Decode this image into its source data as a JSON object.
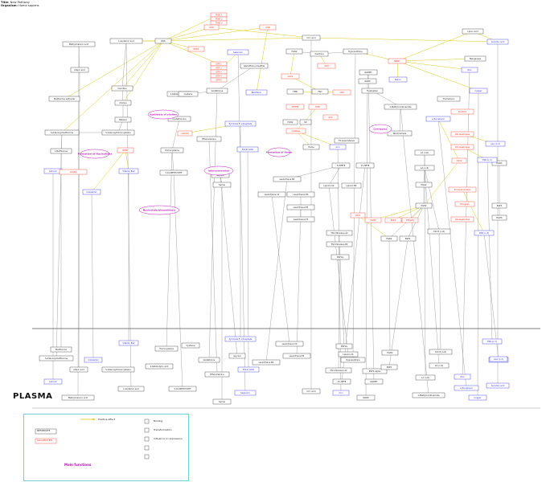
{
  "header": {
    "title_label": "Title:",
    "title": "New Pathway",
    "organism_label": "Organism:",
    "organism": "Homo sapiens"
  },
  "section": {
    "plasma": "PLASMA"
  },
  "legend": {
    "positive_effect": "Positive effect",
    "metabolite": "METABOLITE",
    "gene": "Gene/PROTEIN",
    "main_functions": "Main functions",
    "binding": "Binding",
    "transformation": "Transformation",
    "influence": "Influence on expression"
  },
  "colors": {
    "metabolite": "#333333",
    "gene": "#ee3322",
    "vitamin": "#2b2bd6",
    "function": "#c016c0",
    "arrow_yellow": "#d8c400",
    "edge_gray": "#9a9a9a"
  },
  "nodes": {
    "methylmalonic_acid": "Methylmalonic acid",
    "l_glutamic_acid": "L-Glutamic acid",
    "ros": "ROS",
    "adipic_acid": "Adipic acid",
    "carnitine": "Carnitine",
    "methionine_sulfoxide": "Methionine sulfoxide",
    "choline": "Choline",
    "betaine": "Betaine",
    "s_adenosylmethionine": "S-Adenosylmethionine",
    "s_adenosylhomocysteine": "S-Adenosylhomocysteine",
    "l_methionine": "L-Methionine",
    "oxoglutaric_acid": "2-Ketobutyric acid",
    "cysteine_top": "Cysteine",
    "glutathione": "Glutathione",
    "glutathione_disulfide": "Glutathione disulfide",
    "cystathionine": "Cystathionine",
    "homocysteine": "Homocysteine",
    "methylthf": "5,10-METHYLTHF",
    "ethanolamine": "Ethanolamine",
    "glycine": "Glycine",
    "serine": "Serine",
    "uric_acid": "Uric acid",
    "h2o2_top": "H2O2",
    "xanthine": "Xanthine",
    "hypoxanthine": "Hypoxanthine",
    "nadph": "NADPH",
    "nadp": "NADP",
    "fmn": "FMN",
    "fad": "FAD",
    "tryptophan": "Tryptophan",
    "methylnicotinamide": "1-Methylnicotinamide",
    "nicotinamide": "Nicotinamide",
    "f2_isoprostanes": "F2-Isoprostanes",
    "h2o2_mid": "H2O2",
    "o2": "O2",
    "heme": "Heme",
    "hpete": "5-HPETE",
    "hete": "15-HETE",
    "leukotriene_b4": "Leukotriene B4",
    "leukotriene_c4": "Leukotriene C4",
    "leukotriene_d4": "Leukotriene D4",
    "leukotriene_e4": "Leukotriene E4",
    "leukotriene_f4": "Leukotriene F4",
    "lipoxin_a4": "Lipoxin A4",
    "lipoxin_b4": "Lipoxin B4",
    "thromboxane_a2": "Thromboxane A2",
    "thromboxane_b2": "Thromboxane B2",
    "pgf2a": "PGF2a",
    "pgd2": "PGD2",
    "pge2": "PGE2",
    "pgh2": "PGH2",
    "pgg2": "PGG2",
    "pgd3": "PGD3",
    "pge3": "PGE3",
    "pgh3": "PGH3",
    "la": "LA (n-6)",
    "aa": "AA (n-6)",
    "ala": "ALA (n-3)",
    "epa": "EPA (n-3)",
    "dha": "DHA (n-3)",
    "c22_5": "C22:5 (n-6)",
    "lipoic_acid": "Lipoic acid",
    "manganese": "Manganese",
    "copper": "Copper",
    "zinc": "Zinc",
    "ascorbic_acid": "Ascorbic acid",
    "niacin": "Niacin",
    "selenium": "Selenium",
    "riboflavin": "Riboflavin",
    "pyridoxal_phosphate": "Pyridoxal 5'-phosphate",
    "folic_acid": "FOLIC ACID",
    "iron": "Iron",
    "calcium": "Calcium",
    "cobalamin": "Cobalamin",
    "vitamin_b12": "Vitamin B12",
    "a_tocopherol": "a-Tocopherol",
    "thioredoxin": "Thioredoxin"
  },
  "genes": {
    "trxr1": "TRXR 1",
    "trxr2": "TRXR 2",
    "trxr3": "TRXR 3",
    "sod": "SOD",
    "gpx1": "GPX 1",
    "gpx2": "GPX 2",
    "gpx3": "GPX 3",
    "gpx4": "GPX 4",
    "gpx6": "GPX 6",
    "gsr": "GSR",
    "bhmt": "BHMT",
    "cbs": "CBS",
    "mthfr": "MTHFR",
    "mtr": "MTR",
    "aox": "AOX1",
    "xdh": "XDH",
    "nnmt": "NNMT",
    "alox5": "ALOX5",
    "alox15": "ALOX15",
    "catalase": "Catalase",
    "gpx_mid": "GPX",
    "cox1": "COX1",
    "cox2": "COX2",
    "pges": "PGES",
    "pgds": "PGDS",
    "tbxas": "TBXAS1",
    "d6d": "D6-desaturase",
    "d5d": "D5-desaturase",
    "elovl": "Elongase",
    "endoperox": "Endoperoxidase",
    "d4d": "D4-desaturase",
    "pla2": "PLA2G4",
    "prdx": "PRDX"
  },
  "functions": {
    "choline_synth": "Synthesis of choline",
    "nucleotides": "Formation of Nucleotides",
    "heme_form": "Formation of Heme",
    "interconversion": "Interconversion",
    "coenzyme": "Coenzyme",
    "nucleotide_biosynth": "Nucleotide biosynthesis"
  },
  "plasma_nodes": {
    "methionine": "Methionine",
    "s_adenosylmethionine": "S-Adenosylmethionine",
    "adipic_acid": "Adipic acid",
    "calcium": "Calcium",
    "methylmalonic_acid": "Methylmalonic acid",
    "s_adenosylhomocysteine": "S-Adenosylhomocysteine",
    "cobalamin": "Cobalamin",
    "vitamin_b12": "Vitamin B12",
    "l_glutamic_acid": "L-Glutamic acid",
    "homocysteine": "Homocysteine",
    "cystine": "Cysteine",
    "ketobutyric": "2-Ketobutyric acid",
    "methylthf": "5,10-METHYLTHF",
    "pyridoxal": "Pyridoxal 5'-phosphate",
    "glycine": "Glycine",
    "glutathione": "Glutathione",
    "folic_acid": "FOLIC ACID",
    "ethanolamine": "Ethanolamine",
    "selenium": "Selenium",
    "serine": "Serine",
    "leukotriene_c4": "Leukotriene C4",
    "leukotriene_b4": "Leukotriene B4",
    "leukotriene_e4": "Leukotriene E4",
    "uric_acid": "Uric acid",
    "pgf2a": "PGF2a",
    "lipoxin_a4": "Lipoxin A4",
    "hypoxanthine": "Hypoxanthine",
    "thromboxane_b2": "Thromboxane A2",
    "hete": "15-HETE",
    "iron": "Iron",
    "pgd2": "PGD2",
    "ptg": "PGF2-alpha",
    "nadph": "NADPH",
    "nadp": "NADP",
    "pge2": "PGE2",
    "c22": "C22:5 (n-6)",
    "la": "LA (n-6)",
    "aa": "AA (n-6)",
    "methylnicotinamide": "1-Methylnicotinamide",
    "zinc": "Zinc",
    "a_tocopherol": "a-Tocopherol",
    "copper": "Copper",
    "epa": "EPA (n-3)",
    "dha": "DHA (n-3)",
    "ala": "ALA (n-3)",
    "ascorbic_acid": "Ascorbic acid"
  }
}
